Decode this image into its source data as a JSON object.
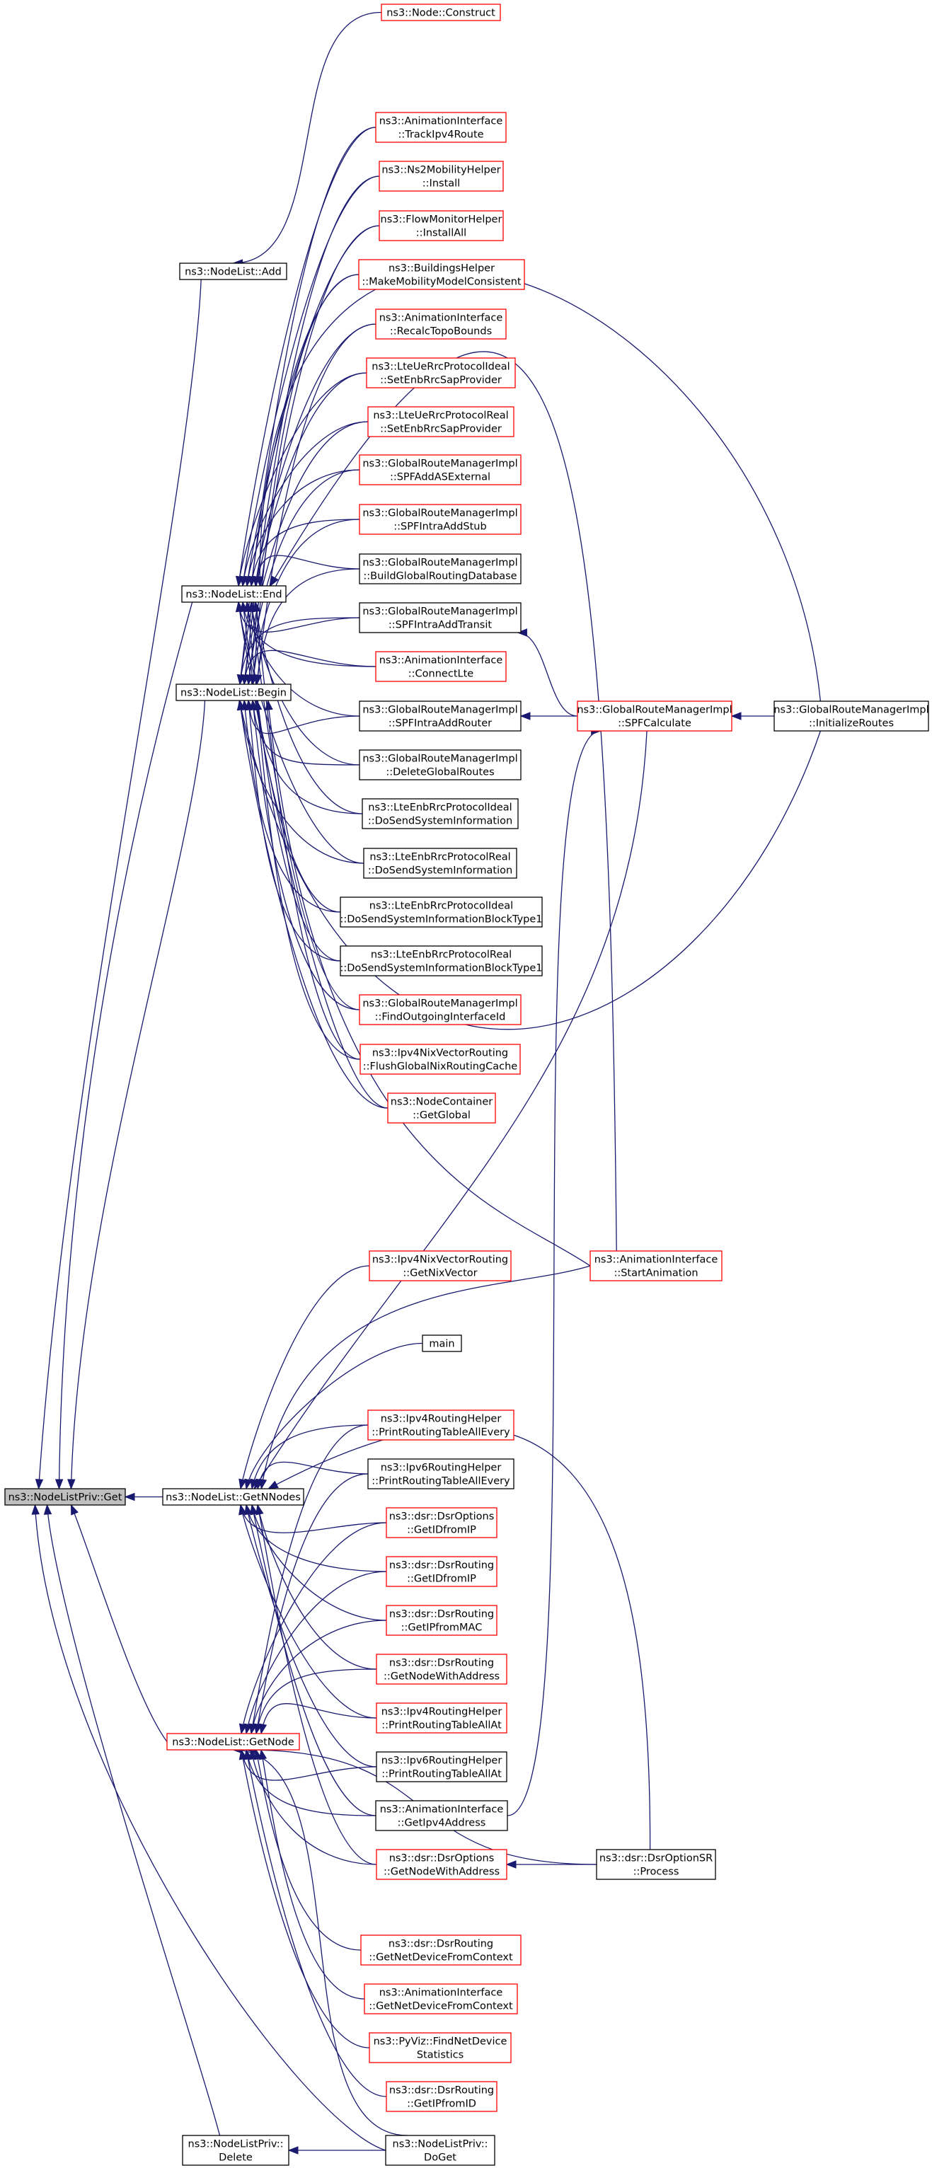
{
  "diagram": {
    "type": "doxygen-caller-graph",
    "colors": {
      "edge": "#191970",
      "border_documented": "#000000",
      "border_undocumented": "#ff0000",
      "root_fill": "#bfbfbf",
      "node_fill": "#ffffff"
    },
    "nodes": {
      "get": {
        "lines": [
          "ns3::NodeListPriv::Get"
        ],
        "border": "black",
        "root": true
      },
      "add": {
        "lines": [
          "ns3::NodeList::Add"
        ],
        "border": "black"
      },
      "end": {
        "lines": [
          "ns3::NodeList::End"
        ],
        "border": "black"
      },
      "begin": {
        "lines": [
          "ns3::NodeList::Begin"
        ],
        "border": "black"
      },
      "getnnodes": {
        "lines": [
          "ns3::NodeList::GetNNodes"
        ],
        "border": "black"
      },
      "getnode": {
        "lines": [
          "ns3::NodeList::GetNode"
        ],
        "border": "red"
      },
      "delete": {
        "lines": [
          "ns3::NodeListPriv::",
          "Delete"
        ],
        "border": "black"
      },
      "doget": {
        "lines": [
          "ns3::NodeListPriv::",
          "DoGet"
        ],
        "border": "black"
      },
      "construct": {
        "lines": [
          "ns3::Node::Construct"
        ],
        "border": "red"
      },
      "trackipv4": {
        "lines": [
          "ns3::AnimationInterface",
          "::TrackIpv4Route"
        ],
        "border": "red"
      },
      "ns2install": {
        "lines": [
          "ns3::Ns2MobilityHelper",
          "::Install"
        ],
        "border": "red"
      },
      "flowinstall": {
        "lines": [
          "ns3::FlowMonitorHelper",
          "::InstallAll"
        ],
        "border": "red"
      },
      "buildings": {
        "lines": [
          "ns3::BuildingsHelper",
          "::MakeMobilityModelConsistent"
        ],
        "border": "red"
      },
      "recalc": {
        "lines": [
          "ns3::AnimationInterface",
          "::RecalcTopoBounds"
        ],
        "border": "red"
      },
      "ueideal": {
        "lines": [
          "ns3::LteUeRrcProtocolIdeal",
          "::SetEnbRrcSapProvider"
        ],
        "border": "red"
      },
      "uereal": {
        "lines": [
          "ns3::LteUeRrcProtocolReal",
          "::SetEnbRrcSapProvider"
        ],
        "border": "red"
      },
      "spfasext": {
        "lines": [
          "ns3::GlobalRouteManagerImpl",
          "::SPFAddASExternal"
        ],
        "border": "red"
      },
      "spfstub": {
        "lines": [
          "ns3::GlobalRouteManagerImpl",
          "::SPFIntraAddStub"
        ],
        "border": "red"
      },
      "buildgrd": {
        "lines": [
          "ns3::GlobalRouteManagerImpl",
          "::BuildGlobalRoutingDatabase"
        ],
        "border": "black"
      },
      "spftransit": {
        "lines": [
          "ns3::GlobalRouteManagerImpl",
          "::SPFIntraAddTransit"
        ],
        "border": "black"
      },
      "connectlte": {
        "lines": [
          "ns3::AnimationInterface",
          "::ConnectLte"
        ],
        "border": "red"
      },
      "spfrouter": {
        "lines": [
          "ns3::GlobalRouteManagerImpl",
          "::SPFIntraAddRouter"
        ],
        "border": "black"
      },
      "delglobal": {
        "lines": [
          "ns3::GlobalRouteManagerImpl",
          "::DeleteGlobalRoutes"
        ],
        "border": "black"
      },
      "enbideal": {
        "lines": [
          "ns3::LteEnbRrcProtocolIdeal",
          "::DoSendSystemInformation"
        ],
        "border": "black"
      },
      "enbreal": {
        "lines": [
          "ns3::LteEnbRrcProtocolReal",
          "::DoSendSystemInformation"
        ],
        "border": "black"
      },
      "enbideal1": {
        "lines": [
          "ns3::LteEnbRrcProtocolIdeal",
          "::DoSendSystemInformationBlockType1"
        ],
        "border": "black"
      },
      "enbreal1": {
        "lines": [
          "ns3::LteEnbRrcProtocolReal",
          "::DoSendSystemInformationBlockType1"
        ],
        "border": "black"
      },
      "findoutif": {
        "lines": [
          "ns3::GlobalRouteManagerImpl",
          "::FindOutgoingInterfaceId"
        ],
        "border": "red"
      },
      "flushnix": {
        "lines": [
          "ns3::Ipv4NixVectorRouting",
          "::FlushGlobalNixRoutingCache"
        ],
        "border": "red"
      },
      "ncglobal": {
        "lines": [
          "ns3::NodeContainer",
          "::GetGlobal"
        ],
        "border": "red"
      },
      "spfcalc": {
        "lines": [
          "ns3::GlobalRouteManagerImpl",
          "::SPFCalculate"
        ],
        "border": "red"
      },
      "initroutes": {
        "lines": [
          "ns3::GlobalRouteManagerImpl",
          "::InitializeRoutes"
        ],
        "border": "black"
      },
      "getnixvec": {
        "lines": [
          "ns3::Ipv4NixVectorRouting",
          "::GetNixVector"
        ],
        "border": "red"
      },
      "startanim": {
        "lines": [
          "ns3::AnimationInterface",
          "::StartAnimation"
        ],
        "border": "red"
      },
      "main": {
        "lines": [
          "main"
        ],
        "border": "black"
      },
      "ipv4every": {
        "lines": [
          "ns3::Ipv4RoutingHelper",
          "::PrintRoutingTableAllEvery"
        ],
        "border": "red"
      },
      "ipv6every": {
        "lines": [
          "ns3::Ipv6RoutingHelper",
          "::PrintRoutingTableAllEvery"
        ],
        "border": "black"
      },
      "optgetid": {
        "lines": [
          "ns3::dsr::DsrOptions",
          "::GetIDfromIP"
        ],
        "border": "red"
      },
      "rtgetid": {
        "lines": [
          "ns3::dsr::DsrRouting",
          "::GetIDfromIP"
        ],
        "border": "red"
      },
      "rtgetipmac": {
        "lines": [
          "ns3::dsr::DsrRouting",
          "::GetIPfromMAC"
        ],
        "border": "red"
      },
      "rtgetnode": {
        "lines": [
          "ns3::dsr::DsrRouting",
          "::GetNodeWithAddress"
        ],
        "border": "red"
      },
      "ipv4at": {
        "lines": [
          "ns3::Ipv4RoutingHelper",
          "::PrintRoutingTableAllAt"
        ],
        "border": "red"
      },
      "ipv6at": {
        "lines": [
          "ns3::Ipv6RoutingHelper",
          "::PrintRoutingTableAllAt"
        ],
        "border": "black"
      },
      "getipv4addr": {
        "lines": [
          "ns3::AnimationInterface",
          "::GetIpv4Address"
        ],
        "border": "black"
      },
      "optgetnode": {
        "lines": [
          "ns3::dsr::DsrOptions",
          "::GetNodeWithAddress"
        ],
        "border": "red"
      },
      "srprocess": {
        "lines": [
          "ns3::dsr::DsrOptionSR",
          "::Process"
        ],
        "border": "black"
      },
      "rtgetnetdev": {
        "lines": [
          "ns3::dsr::DsrRouting",
          "::GetNetDeviceFromContext"
        ],
        "border": "red"
      },
      "angetnetdev": {
        "lines": [
          "ns3::AnimationInterface",
          "::GetNetDeviceFromContext"
        ],
        "border": "red"
      },
      "pyviz": {
        "lines": [
          "ns3::PyViz::FindNetDevice",
          "Statistics"
        ],
        "border": "red"
      },
      "rtgetipid": {
        "lines": [
          "ns3::dsr::DsrRouting",
          "::GetIPfromID"
        ],
        "border": "red"
      }
    }
  }
}
